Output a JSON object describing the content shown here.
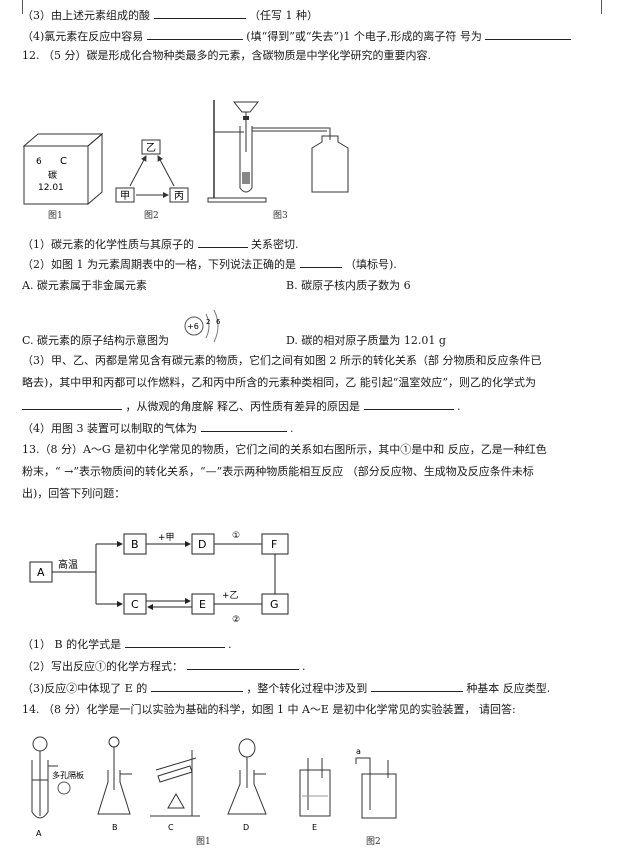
{
  "q11": {
    "l3_a": "（3）由上述元素组成的酸",
    "l3_b": "（任写 1 种）",
    "l4_a": "（4)氯元素在反应中容易",
    "l4_b": "(填“得到”或“失去”)1 个电子,形成的离子符 号为"
  },
  "q12": {
    "head": "12. （5 分）碳是形成化合物种类最多的元素，含碳物质是中学化学研究的重要内容.",
    "fig1": {
      "num": "6",
      "sym": "C",
      "name": "碳",
      "mass": "12.01",
      "cap": "图1"
    },
    "fig2": {
      "top": "乙",
      "left": "甲",
      "right": "丙",
      "cap": "图2"
    },
    "fig3": {
      "cap": "图3"
    },
    "q1_a": "（1）碳元素的化学性质与其原子的",
    "q1_b": "关系密切.",
    "q2_a": "（2）如图 1 为元素周期表中的一格，下列说法正确的是",
    "q2_b": "（填标号).",
    "optA": "A. 碳元素属于非金属元素",
    "optB": "B. 碳原子核内质子数为 6",
    "optC": "C. 碳元素的原子结构示意图为",
    "atom": {
      "nucleus": "+6",
      "shell1": "2",
      "shell2": "6"
    },
    "optD": "D. 碳的相对原子质量为 12.01 g",
    "q3_l1": "（3）甲、乙、丙都是常见含有碳元素的物质，它们之间有如图 2 所示的转化关系（部 分物质和反应条件已",
    "q3_l2": "略去)，其中甲和丙都可以作燃料，乙和丙中所含的元素种类相同，乙 能引起“温室效应”，则乙的化学式为",
    "q3_l3_b": "，从微观的角度解 释乙、丙性质有差异的原因是",
    "q3_l3_c": ".",
    "q4_a": "（4）用图 3 装置可以制取的气体为",
    "q4_b": "."
  },
  "q13": {
    "head1": "13.（8 分）A～G 是初中化学常见的物质，它们之间的关系如右图所示，其中①是中和 反应，乙是一种红色",
    "head2": "粉末，“ →”表示物质间的转化关系，“—”表示两种物质能相互反应 （部分反应物、生成物及反应条件未标",
    "head3": "出)，回答下列问题：",
    "diagram": {
      "A": "A",
      "B": "B",
      "C": "C",
      "D": "D",
      "E": "E",
      "F": "F",
      "G": "G",
      "cond": "高温",
      "plus_jia": "+甲",
      "plus_yi": "+乙",
      "r1": "①",
      "r2": "②"
    },
    "s1_a": "（1） B 的化学式是",
    "s1_b": ".",
    "s2_a": "（2）写出反应①的化学方程式：",
    "s2_b": ".",
    "s3_a": "（3)反应②中体现了 E 的",
    "s3_b": "，整个转化过程中涉及到",
    "s3_c": "种基本 反应类型."
  },
  "q14": {
    "head": "14. （8 分）化学是一门以实验为基础的科学，如图 1 中 A～E 是初中化学常见的实验装置， 请回答:",
    "plate_label": "多孔隔板",
    "a_label": "a",
    "labels": [
      "A",
      "B",
      "C",
      "D",
      "E"
    ],
    "cap1": "图1",
    "cap2": "图2"
  }
}
